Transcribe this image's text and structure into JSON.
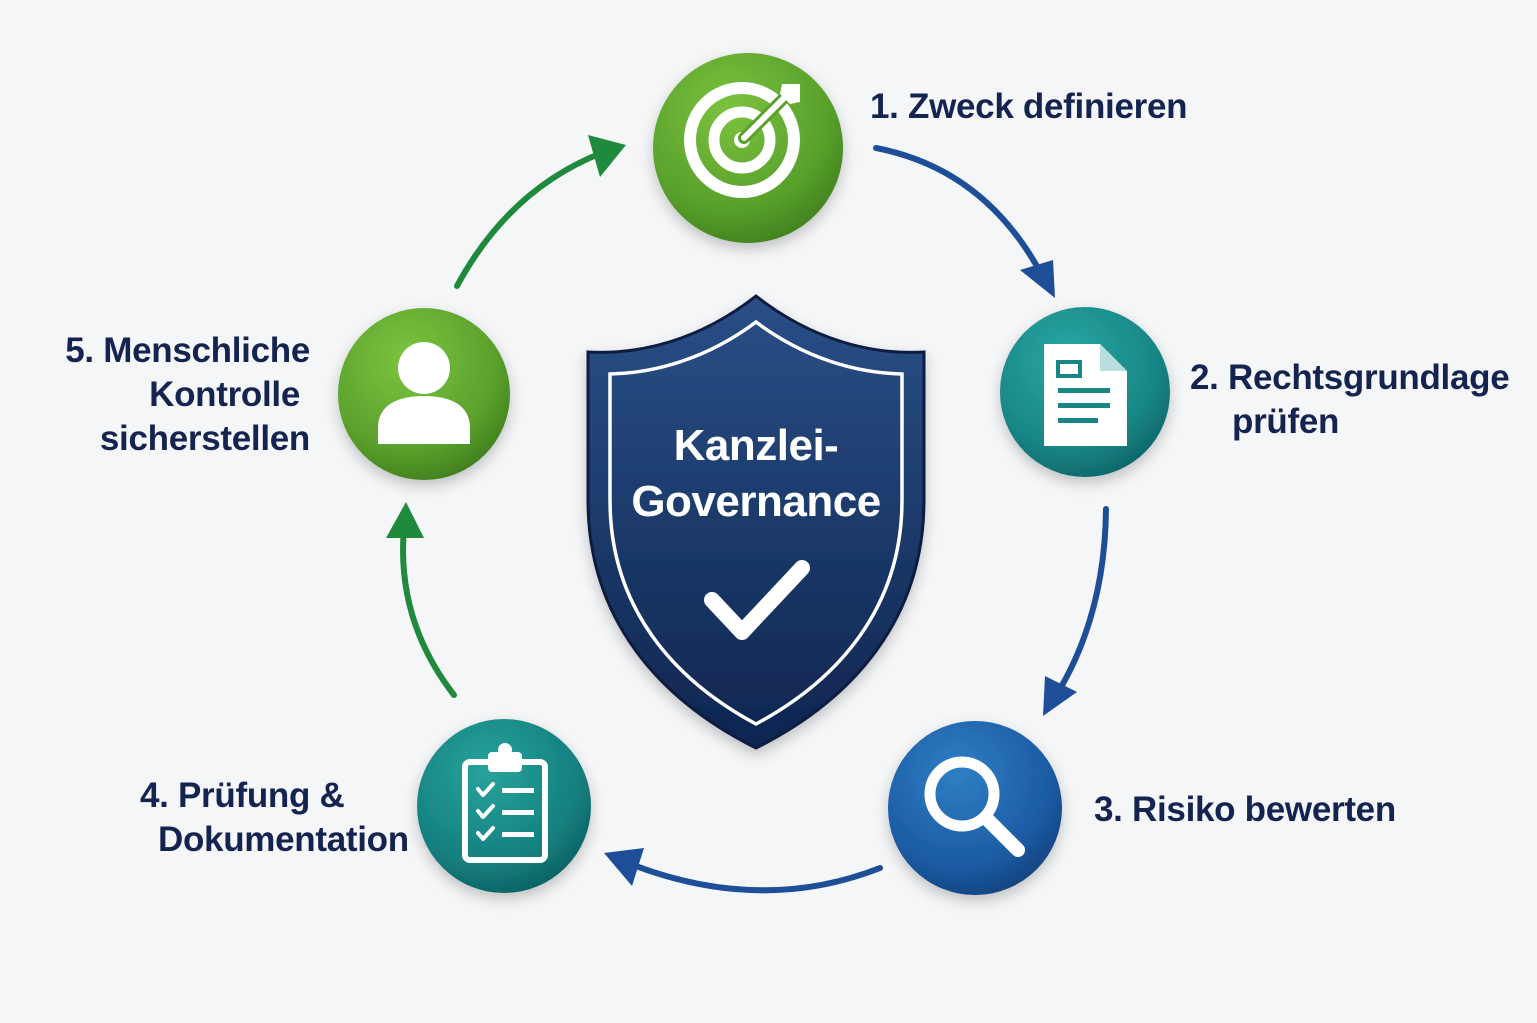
{
  "center": {
    "line1": "Kanzlei-",
    "line2": "Governance",
    "icon": "shield-check-icon"
  },
  "steps": [
    {
      "line1": "1. Zweck definieren",
      "line2": "",
      "line3": "",
      "icon": "target-icon",
      "color": "#5aa02c"
    },
    {
      "line1": "2. Rechtsgrundlage",
      "line2": "prüfen",
      "line3": "",
      "icon": "document-icon",
      "color": "#1a8a8a"
    },
    {
      "line1": "3. Risiko bewerten",
      "line2": "",
      "line3": "",
      "icon": "magnifier-icon",
      "color": "#1d5ea8"
    },
    {
      "line1": "4. Prüfung &",
      "line2": "Dokumentation",
      "line3": "",
      "icon": "clipboard-checklist-icon",
      "color": "#15807f"
    },
    {
      "line1": "5. Menschliche",
      "line2": "Kontrolle",
      "line3": "sicherstellen",
      "icon": "user-icon",
      "color": "#5aa02c"
    }
  ],
  "colors": {
    "green": "#5aa02c",
    "teal": "#1a8a8a",
    "blue": "#1d5ea8",
    "navy": "#1a3464",
    "text": "#14234f",
    "arrow_blue": "#1f4e99",
    "arrow_green": "#1f8a3c"
  }
}
